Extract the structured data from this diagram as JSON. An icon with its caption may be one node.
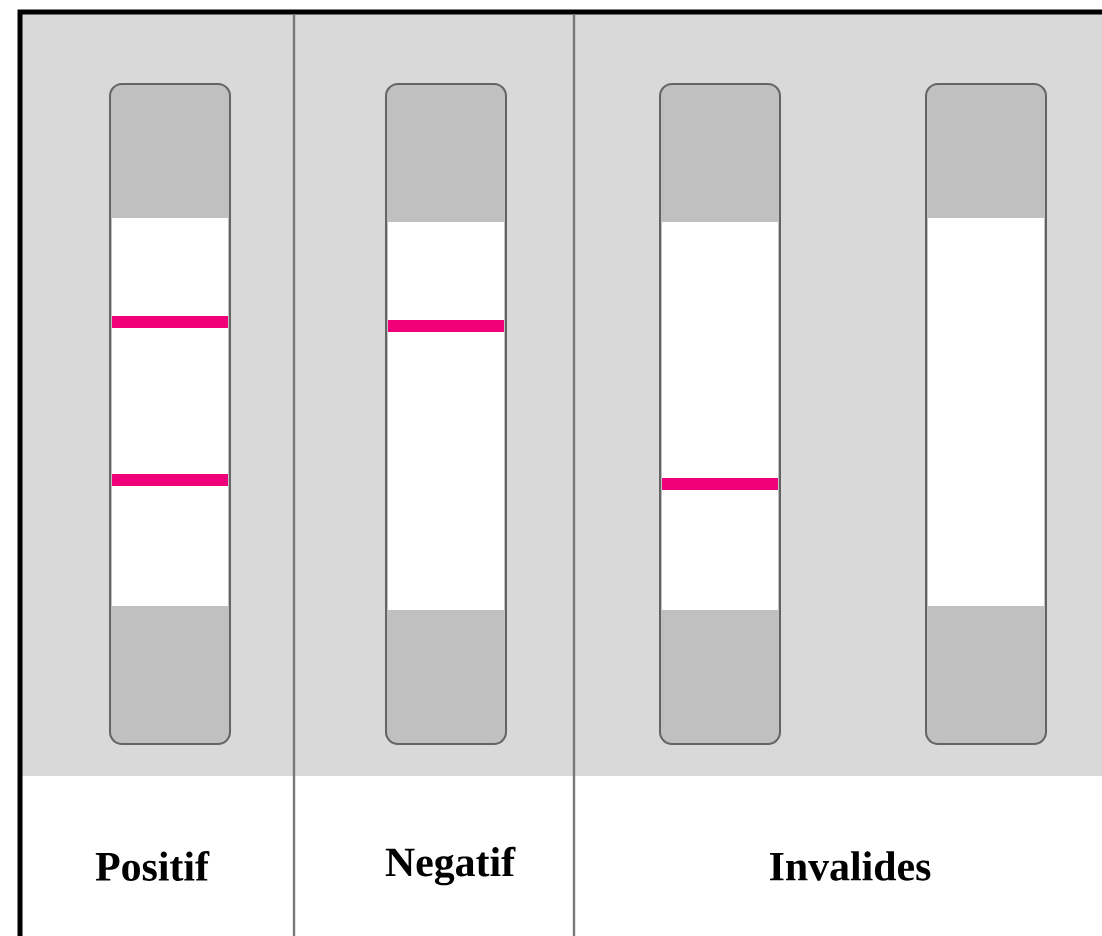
{
  "diagram": {
    "labels": [
      "Positif",
      "Negatif",
      "Invalides"
    ]
  }
}
